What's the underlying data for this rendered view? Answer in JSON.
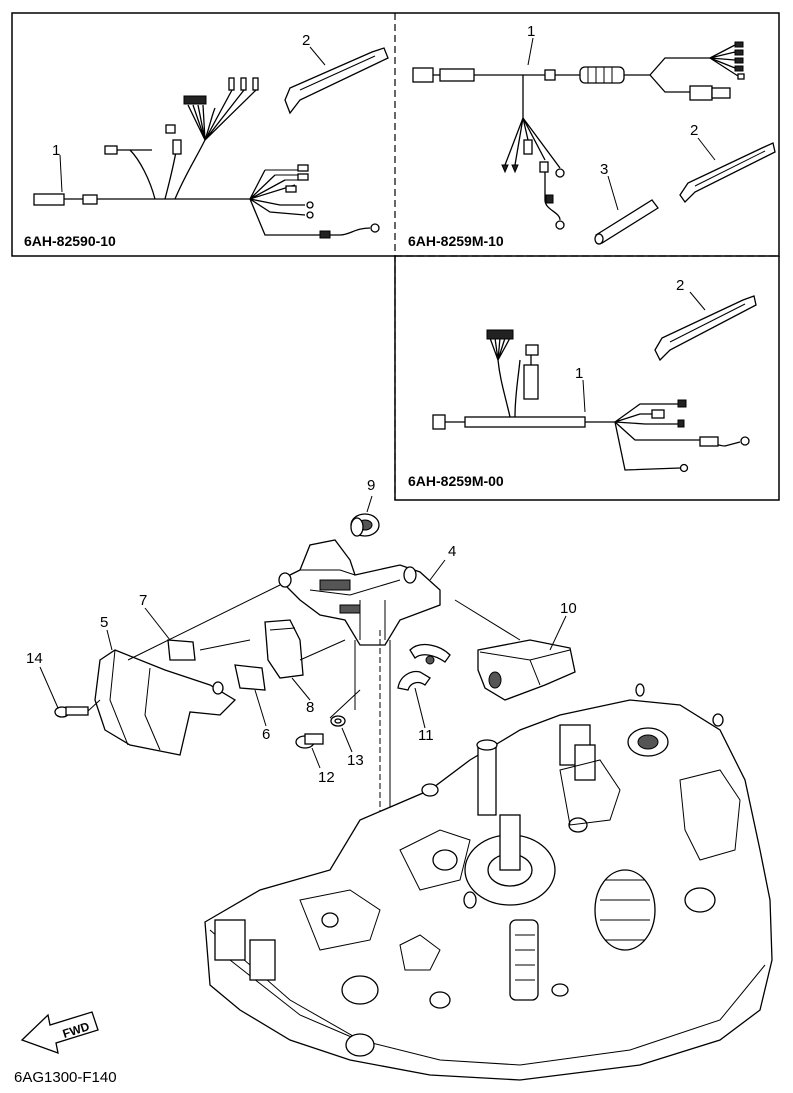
{
  "diagram": {
    "kit_a": {
      "code": "6AH-82590-10",
      "callouts": [
        "1",
        "2"
      ]
    },
    "kit_b": {
      "code": "6AH-8259M-10",
      "callouts": [
        "1",
        "2",
        "3"
      ]
    },
    "kit_c": {
      "code": "6AH-8259M-00",
      "callouts": [
        "1",
        "2"
      ]
    },
    "main_callouts": [
      "9",
      "4",
      "7",
      "5",
      "10",
      "14",
      "8",
      "6",
      "11",
      "13",
      "12"
    ],
    "fwd_label": "FWD",
    "figure_id": "6AG1300-F140"
  }
}
